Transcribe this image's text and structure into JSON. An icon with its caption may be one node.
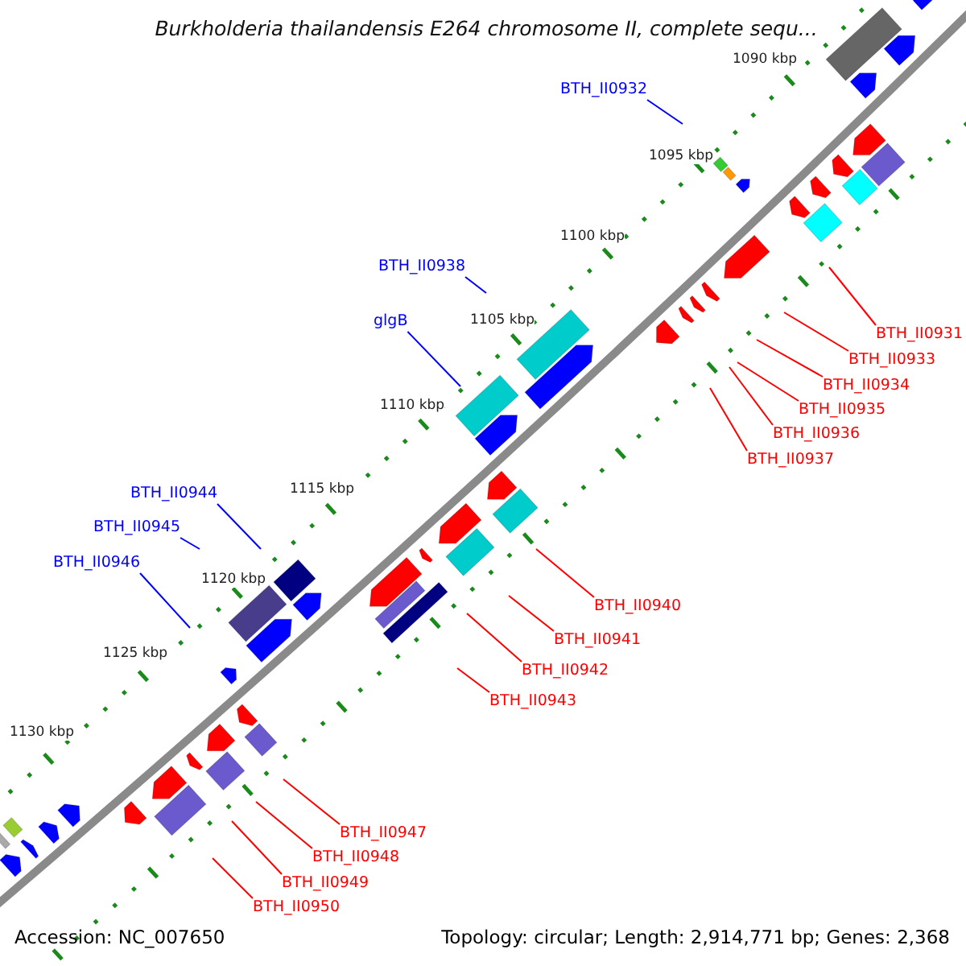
{
  "diagram": {
    "title": "Burkholderia thailandensis E264 chromosome II, complete sequ...",
    "nodes": [
      {
        "text": [
          "BTH_II0932"
        ]
      },
      {
        "text": [
          "BTH_II0938"
        ]
      },
      {
        "text": [
          "glgB"
        ]
      },
      {
        "text": [
          "BTH_II0931"
        ]
      },
      {
        "text": [
          "BTH_II0933"
        ]
      },
      {
        "text": [
          "BTH_II0934"
        ]
      },
      {
        "text": [
          "BTH_II0935"
        ]
      },
      {
        "text": [
          "BTH_II0936"
        ]
      },
      {
        "text": [
          "BTH_II0937"
        ]
      },
      {
        "text": [
          "BTH_II0944"
        ]
      },
      {
        "text": [
          "BTH_II0945"
        ]
      },
      {
        "text": [
          "BTH_II0946"
        ]
      },
      {
        "text": [
          "BTH_II0940"
        ]
      },
      {
        "text": [
          "BTH_II0941"
        ]
      },
      {
        "text": [
          "BTH_II0942"
        ]
      },
      {
        "text": [
          "BTH_II0943"
        ]
      },
      {
        "text": [
          "BTH_II0947"
        ]
      },
      {
        "text": [
          "BTH_II0948"
        ]
      },
      {
        "text": [
          "BTH_II0949"
        ]
      },
      {
        "text": [
          "BTH_II0950"
        ]
      }
    ],
    "edges": [
      {
        "from": 0,
        "to": null,
        "arrow": "none",
        "color": "#0000ff"
      },
      {
        "from": 1,
        "to": null,
        "arrow": "none",
        "color": "#0000ff"
      },
      {
        "from": 2,
        "to": null,
        "arrow": "none",
        "color": "#0000ff"
      },
      {
        "from": 3,
        "to": null,
        "arrow": "none"
      },
      {
        "from": 4,
        "to": null,
        "arrow": "none"
      },
      {
        "from": 5,
        "to": null,
        "arrow": "none"
      },
      {
        "from": 6,
        "to": null,
        "arrow": "none"
      },
      {
        "from": 7,
        "to": null,
        "arrow": "none"
      },
      {
        "from": 8,
        "to": null,
        "arrow": "none"
      },
      {
        "from": 9,
        "to": null,
        "arrow": "none",
        "color": "#0000ff"
      },
      {
        "from": 10,
        "to": null,
        "arrow": "none",
        "color": "#0000ff"
      },
      {
        "from": 11,
        "to": null,
        "arrow": "none",
        "color": "#0000ff"
      },
      {
        "from": 12,
        "to": null,
        "arrow": "none"
      },
      {
        "from": 13,
        "to": null,
        "arrow": "none"
      },
      {
        "from": 14,
        "to": null,
        "arrow": "none"
      },
      {
        "from": 15,
        "to": null,
        "arrow": "none"
      },
      {
        "from": 16,
        "to": null,
        "arrow": "none"
      },
      {
        "from": 17,
        "to": null,
        "arrow": "none"
      },
      {
        "from": 18,
        "to": null,
        "arrow": "none"
      },
      {
        "from": 19,
        "to": null,
        "arrow": "none"
      }
    ],
    "labels": [
      "1090 kbp",
      "1095 kbp",
      "1100 kbp",
      "1105 kbp",
      "1110 kbp",
      "1115 kbp",
      "1120 kbp",
      "1125 kbp",
      "1130 kbp",
      "Accession: NC_007650",
      "Topology: circular; Length: 2,914,771 bp; Genes: 2,368"
    ]
  }
}
